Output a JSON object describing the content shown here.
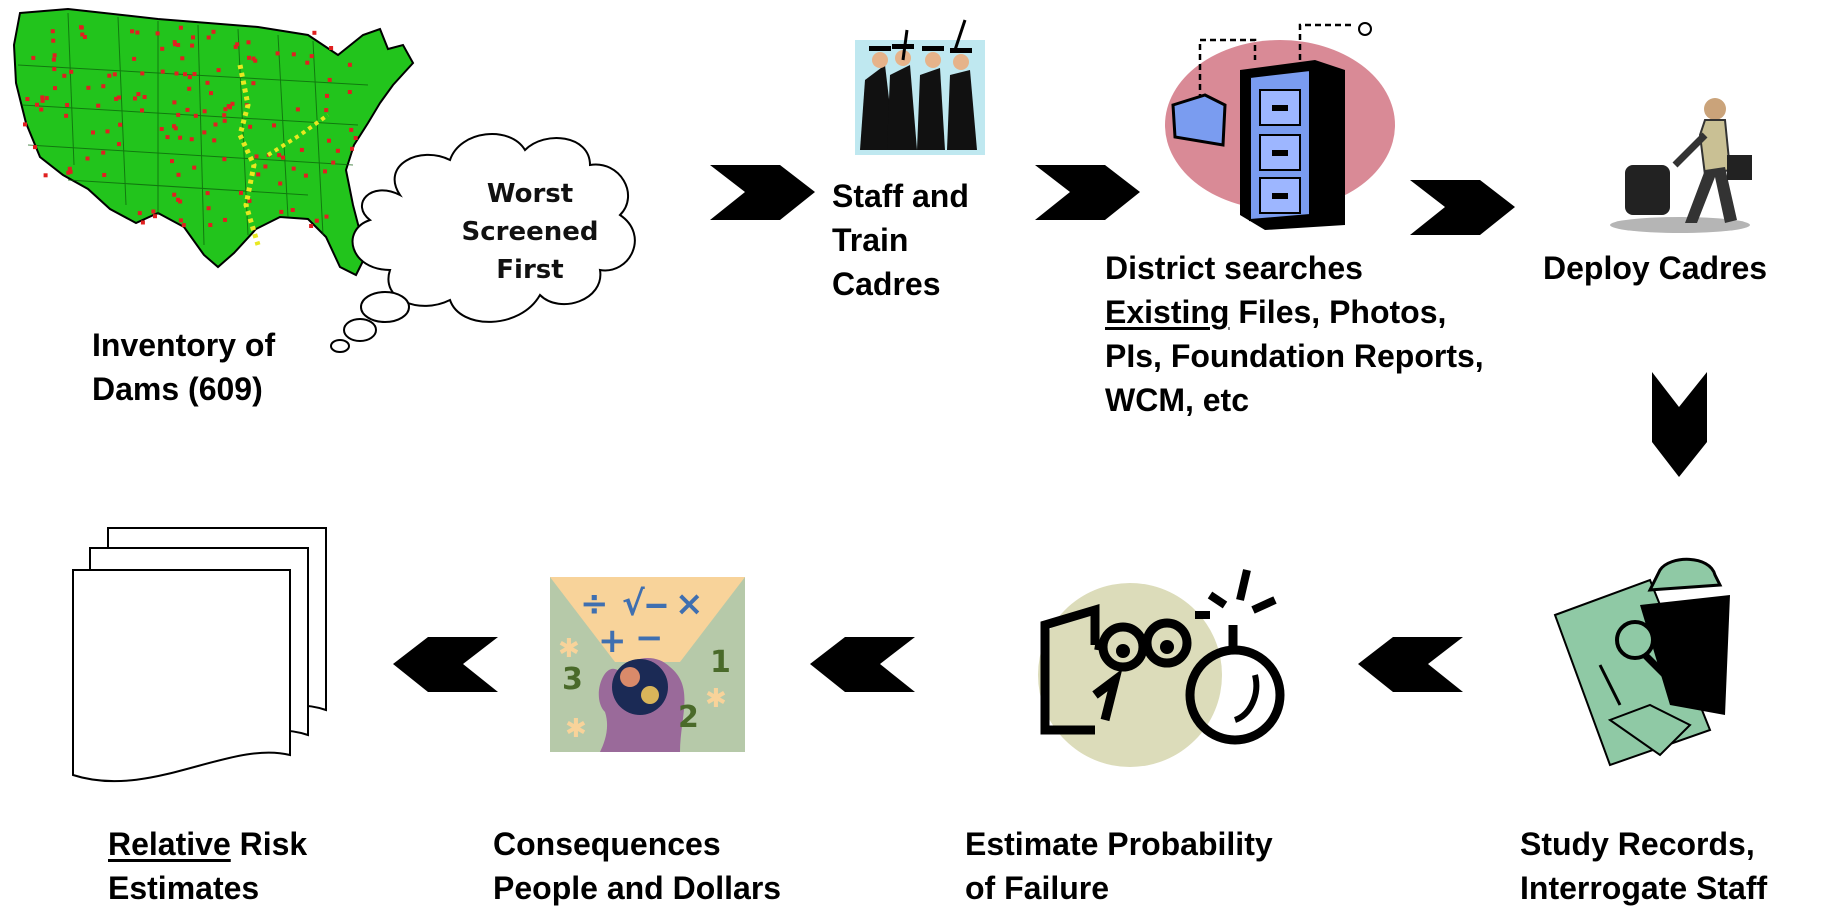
{
  "steps": {
    "inventory": {
      "line1": "Inventory of",
      "line2": "Dams (609)"
    },
    "thought": {
      "line1": "Worst",
      "line2": "Screened",
      "line3": "First"
    },
    "staff": {
      "line1": "Staff and",
      "line2": "Train",
      "line3": "Cadres"
    },
    "district": {
      "line1": "District searches",
      "line2_u": "Existing",
      "line2_rest": " Files, Photos,",
      "line3": "PIs, Foundation Reports,",
      "line4": "WCM, etc"
    },
    "deploy": {
      "line1": "Deploy Cadres"
    },
    "study": {
      "line1": "Study Records,",
      "line2": "Interrogate Staff"
    },
    "estimate": {
      "line1": "Estimate Probability",
      "line2": "of Failure"
    },
    "consequences": {
      "line1": "Consequences",
      "line2": "People and Dollars"
    },
    "relative": {
      "line1_u": "Relative",
      "line1_rest": " Risk",
      "line2": "Estimates"
    }
  },
  "icons": {
    "map": "us-dam-map-icon",
    "graduates": "graduates-icon",
    "files": "file-cabinet-icon",
    "traveler": "traveler-icon",
    "detective": "detective-icon",
    "bomb": "bomb-face-icon",
    "math": "math-head-icon",
    "docs": "document-stack-icon"
  },
  "colors": {
    "map_green": "#22c41c",
    "dam_red": "#e02020",
    "dam_yellow": "#e8e820",
    "arrow": "#000000",
    "blob_pink": "#d98a96"
  }
}
